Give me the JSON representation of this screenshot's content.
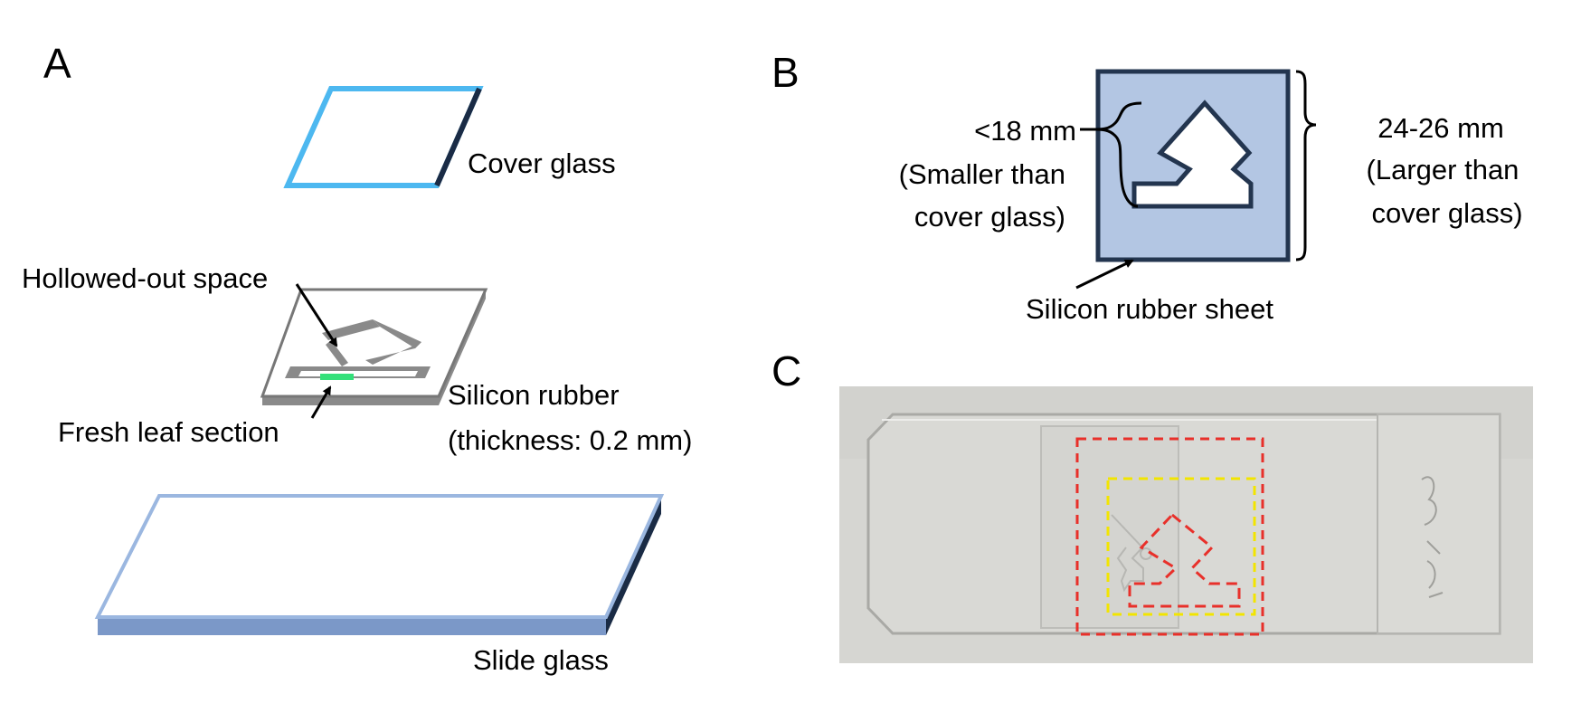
{
  "panels": {
    "a": {
      "letter": "A",
      "cover_glass_label": "Cover glass",
      "hollowed_label": "Hollowed-out space",
      "leaf_label": "Fresh leaf section",
      "rubber_label_line1": "Silicon rubber",
      "rubber_label_line2": "(thickness: 0.2 mm)",
      "slide_label": "Slide glass"
    },
    "b": {
      "letter": "B",
      "inner_line1": "<18 mm",
      "inner_line2": "(Smaller than",
      "inner_line3": "cover glass)",
      "outer_line1": "24-26 mm",
      "outer_line2": "(Larger than",
      "outer_line3": "cover glass)",
      "sheet_label": "Silicon rubber sheet"
    },
    "c": {
      "letter": "C"
    }
  },
  "colors": {
    "cover_glass": "#4db8f0",
    "slide_top": "#9bb7e0",
    "slide_side": "#1a2b45",
    "rubber": "#8a8a8a",
    "leaf": "#33e07a",
    "sheet_fill": "#b3c6e3",
    "sheet_border": "#23354f",
    "photo_bg": "#d6d6d2",
    "dash_red": "#e8302a",
    "dash_yellow": "#f2e500"
  }
}
